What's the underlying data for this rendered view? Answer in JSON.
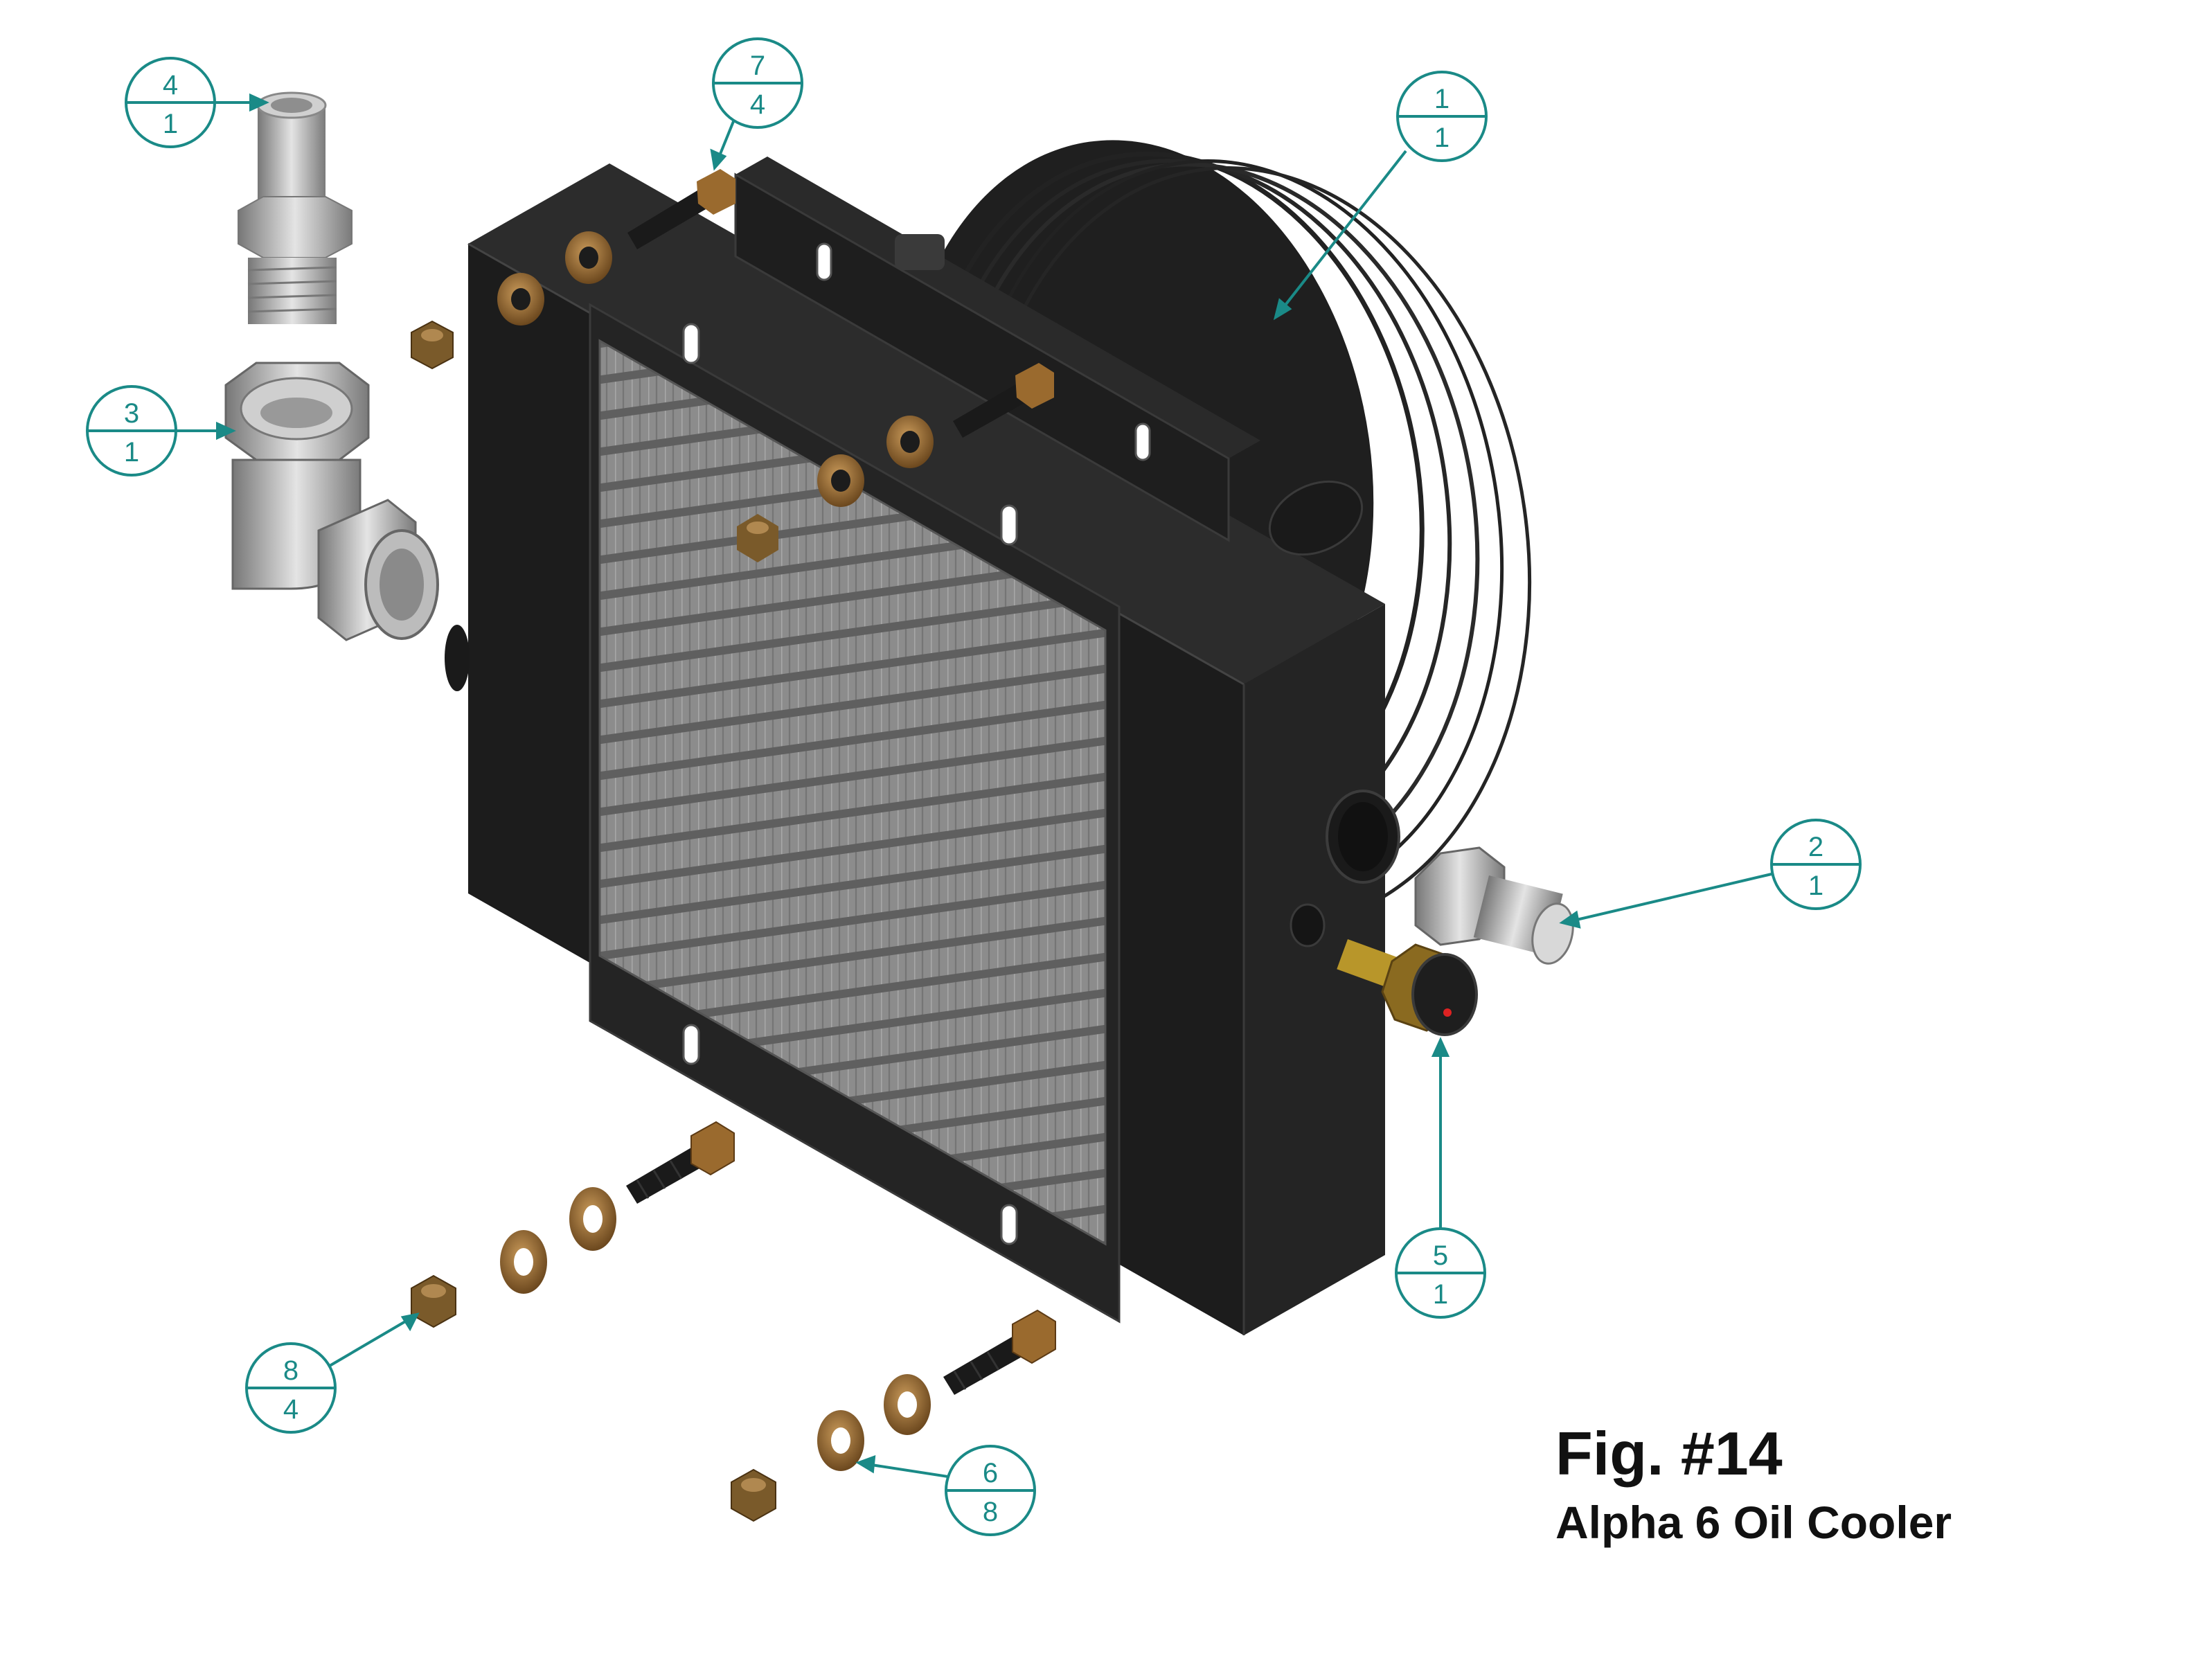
{
  "figure": {
    "label": "Fig. #14",
    "title": "Alpha 6 Oil Cooler"
  },
  "callouts": [
    {
      "top": "4",
      "bottom": "1"
    },
    {
      "top": "7",
      "bottom": "4"
    },
    {
      "top": "1",
      "bottom": "1"
    },
    {
      "top": "3",
      "bottom": "1"
    },
    {
      "top": "2",
      "bottom": "1"
    },
    {
      "top": "5",
      "bottom": "1"
    },
    {
      "top": "8",
      "bottom": "4"
    },
    {
      "top": "6",
      "bottom": "8"
    }
  ],
  "colors": {
    "callout": "#1a8a87",
    "body": "#1e1e1e",
    "plate": "#262626",
    "core": "#8a8a8a",
    "bronze": "#8a5a24",
    "steel": "#b8b8b8",
    "brass": "#b8962a"
  }
}
